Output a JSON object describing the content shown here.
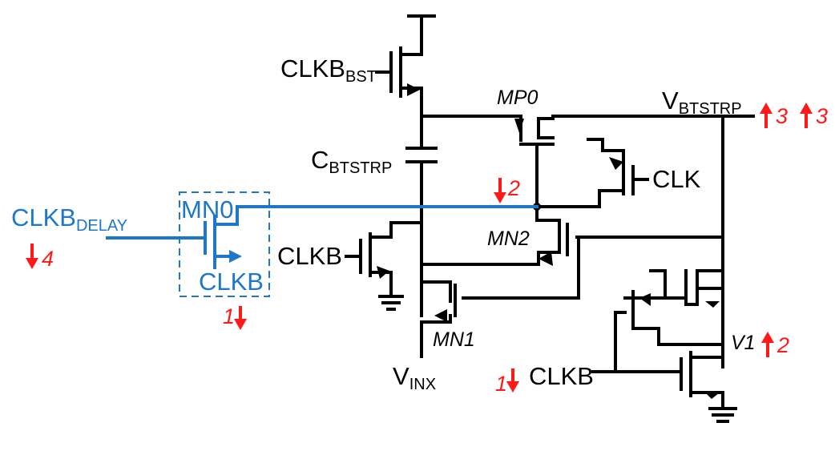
{
  "labels": {
    "clkb_bst_main": "CLKB",
    "clkb_bst_sub": "BST",
    "mp0": "MP0",
    "vbtstrp_main": "V",
    "vbtstrp_sub": "BTSTRP",
    "cbtstrp_main": "C",
    "cbtstrp_sub": "BTSTRP",
    "clk": "CLK",
    "clkb_delay_main": "CLKB",
    "clkb_delay_sub": "DELAY",
    "mn0": "MN0",
    "clkb_mn0": "CLKB",
    "clkb_left": "CLKB",
    "mn2": "MN2",
    "mn1": "MN1",
    "vinx_main": "V",
    "vinx_sub": "INX",
    "v1": "V1",
    "clkb_inv": "CLKB"
  },
  "annotations": {
    "vbtstrp_a": "3",
    "vbtstrp_b": "3",
    "gate_node": "2",
    "clkb_delay": "4",
    "mn0_clkb": "1",
    "v1": "2",
    "inv_clkb": "1"
  },
  "colors": {
    "wire": "#000000",
    "highlight": "#1f77c8",
    "arrow": "#ff1a1a"
  }
}
